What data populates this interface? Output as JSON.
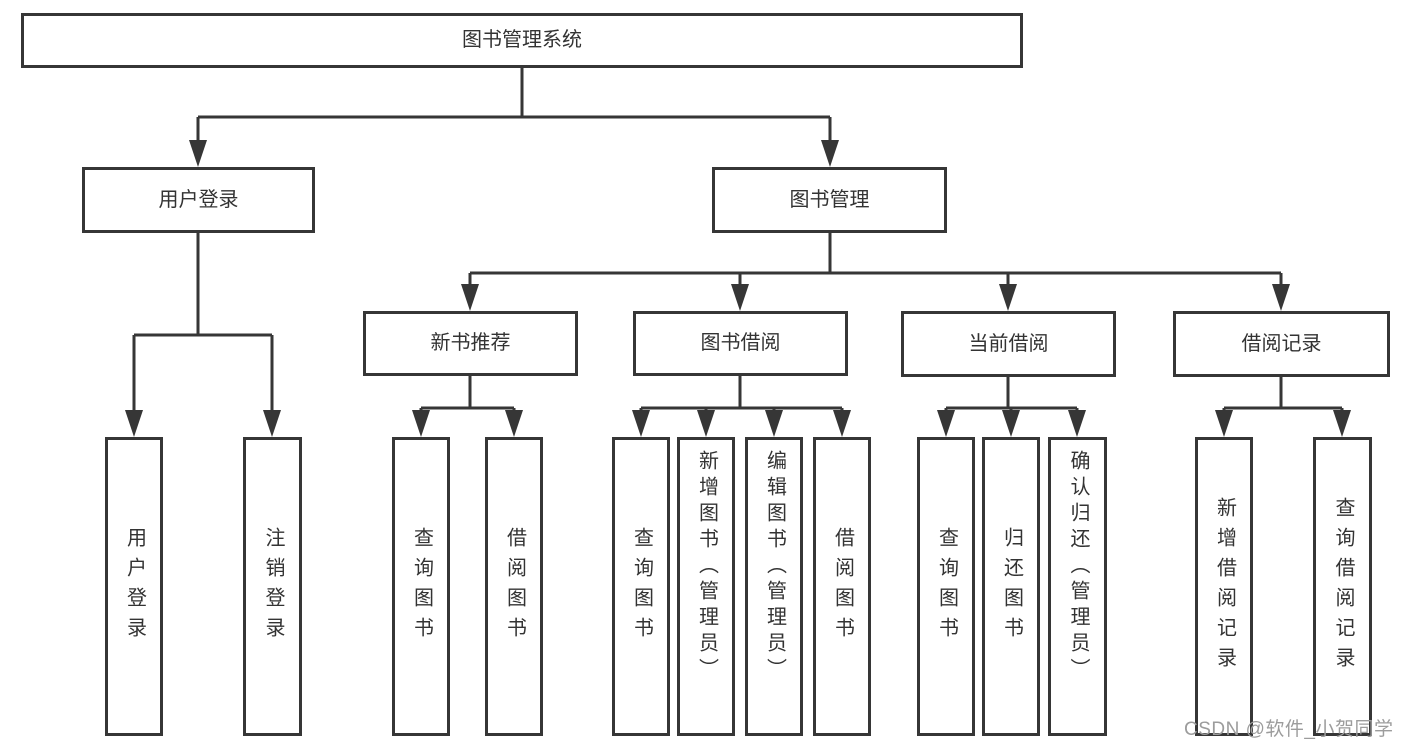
{
  "diagram": {
    "type": "org-tree",
    "root": {
      "label": "图书管理系统",
      "children": [
        {
          "label": "用户登录",
          "children": [
            {
              "label": "用户登录"
            },
            {
              "label": "注销登录"
            }
          ]
        },
        {
          "label": "图书管理",
          "children": [
            {
              "label": "新书推荐",
              "children": [
                {
                  "label": "查询图书"
                },
                {
                  "label": "借阅图书"
                }
              ]
            },
            {
              "label": "图书借阅",
              "children": [
                {
                  "label": "查询图书"
                },
                {
                  "label": "新增图书（管理员）"
                },
                {
                  "label": "编辑图书（管理员）"
                },
                {
                  "label": "借阅图书"
                }
              ]
            },
            {
              "label": "当前借阅",
              "children": [
                {
                  "label": "查询图书"
                },
                {
                  "label": "归还图书"
                },
                {
                  "label": "确认归还（管理员）"
                }
              ]
            },
            {
              "label": "借阅记录",
              "children": [
                {
                  "label": "新增借阅记录"
                },
                {
                  "label": "查询借阅记录"
                }
              ]
            }
          ]
        }
      ]
    },
    "colors": {
      "line": "#363636",
      "text": "#333333",
      "background": "#ffffff",
      "watermark": "#9c9c9c"
    }
  },
  "watermark": {
    "text": "CSDN @软件_小贺同学"
  }
}
